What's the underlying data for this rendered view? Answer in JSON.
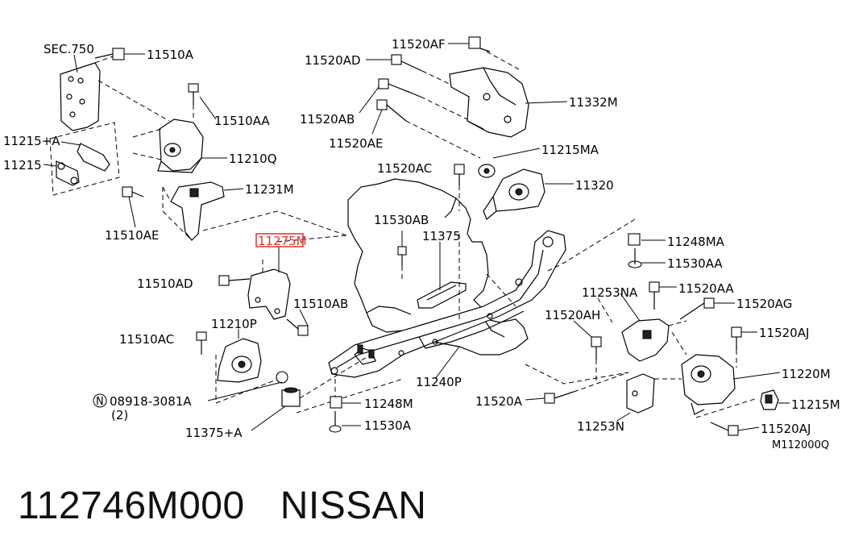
{
  "diagram": {
    "labels": {
      "sec750": "SEC.750",
      "p11510A": "11510A",
      "p11510AA": "11510AA",
      "p11210Q": "11210Q",
      "p11215A": "11215+A",
      "p11215": "11215",
      "p11231M": "11231M",
      "p11510AE": "11510AE",
      "p11275M": "11275M",
      "p11510AD": "11510AD",
      "p11510AB": "11510AB",
      "p11210P": "11210P",
      "p11510AC": "11510AC",
      "p08918": "08918-3081A",
      "qty2": "(2)",
      "p11375A": "11375+A",
      "p11520AF": "11520AF",
      "p11520AD": "11520AD",
      "p11332M": "11332M",
      "p11520AB": "11520AB",
      "p11520AE": "11520AE",
      "p11215MA": "11215MA",
      "p11520AC": "11520AC",
      "p11320": "11320",
      "p11530AB": "11530AB",
      "p11375": "11375",
      "p11248MA": "11248MA",
      "p11530AA": "11530AA",
      "p11253NA": "11253NA",
      "p11520AA": "11520AA",
      "p11520AG": "11520AG",
      "p11520AH": "11520AH",
      "p11520AJ": "11520AJ",
      "p11220M": "11220M",
      "p11240P": "11240P",
      "p11248M": "11248M",
      "p11530A": "11530A",
      "p11520A": "11520A",
      "p11253N": "11253N",
      "p11215M": "11215M",
      "p11520AJ2": "11520AJ",
      "drawing_code": "M112000Q",
      "n_marker": "N"
    },
    "highlight_color": "#e0302a"
  },
  "footer": {
    "part_number": "112746M000",
    "brand": "NISSAN"
  }
}
